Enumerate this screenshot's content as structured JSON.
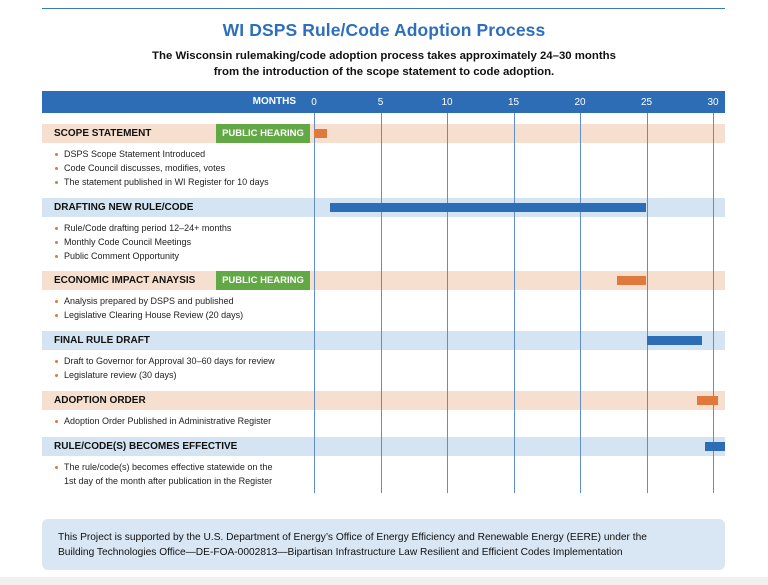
{
  "title": "WI DSPS Rule/Code Adoption Process",
  "subtitle": {
    "line1": "The Wisconsin rulemaking/code adoption process takes approximately 24–30 months",
    "line2": "from the introduction of  the scope statement to code adoption."
  },
  "chart_data": {
    "type": "gantt",
    "x_axis": {
      "label": "MONTHS",
      "range": [
        0,
        30
      ],
      "ticks": [
        "0",
        "5",
        "10",
        "15",
        "20",
        "25",
        "30"
      ],
      "gridlines": true
    },
    "tasks": [
      {
        "name": "SCOPE STATEMENT",
        "badge": "PUBLIC HEARING",
        "bullets": [
          "DSPS Scope Statement Introduced",
          "Code Council discusses, modifies, votes",
          "The statement published in WI Register for 10 days"
        ],
        "start": 0,
        "end": 1,
        "color": "#e07a3c",
        "band": "orange"
      },
      {
        "name": "DRAFTING NEW RULE/CODE",
        "badge": "",
        "bullets": [
          "Rule/Code drafting period 12–24+ months",
          "Monthly Code Council Meetings",
          "Public Comment Opportunity"
        ],
        "start": 1.2,
        "end": 25,
        "color": "#2d6db6",
        "band": "blue"
      },
      {
        "name": "ECONOMIC IMPACT ANAYSIS",
        "badge": "PUBLIC HEARING",
        "bullets": [
          "Analysis prepared by DSPS and published",
          "Legislative Clearing House Review (20 days)"
        ],
        "start": 22.8,
        "end": 25,
        "color": "#e07a3c",
        "band": "orange"
      },
      {
        "name": "FINAL RULE DRAFT",
        "badge": "",
        "bullets": [
          "Draft to Governor for Approval 30–60 days for review",
          "Legislature review (30 days)"
        ],
        "start": 25,
        "end": 29.2,
        "color": "#2d6db6",
        "band": "blue"
      },
      {
        "name": "ADOPTION ORDER",
        "badge": "",
        "bullets": [
          "Adoption Order Published in Administrative Register"
        ],
        "start": 28.8,
        "end": 30.4,
        "color": "#e07a3c",
        "band": "orange"
      },
      {
        "name": "RULE/CODE(S) BECOMES EFFECTIVE",
        "badge": "",
        "bullets": [
          "The rule/code(s) becomes effective statewide on the",
          "1st day of the month after publication in the Register"
        ],
        "start": 29.4,
        "end": 31,
        "color": "#2d6db6",
        "band": "blue"
      }
    ]
  },
  "footer": {
    "line1": "This Project is supported by the U.S. Department of Energy’s Office of Energy Efficiency and Renewable Energy (EERE) under the",
    "line2": "Building Technologies Office—DE-FOA-0002813—Bipartisan Infrastructure Law Resilient and Efficient Codes Implementation"
  }
}
